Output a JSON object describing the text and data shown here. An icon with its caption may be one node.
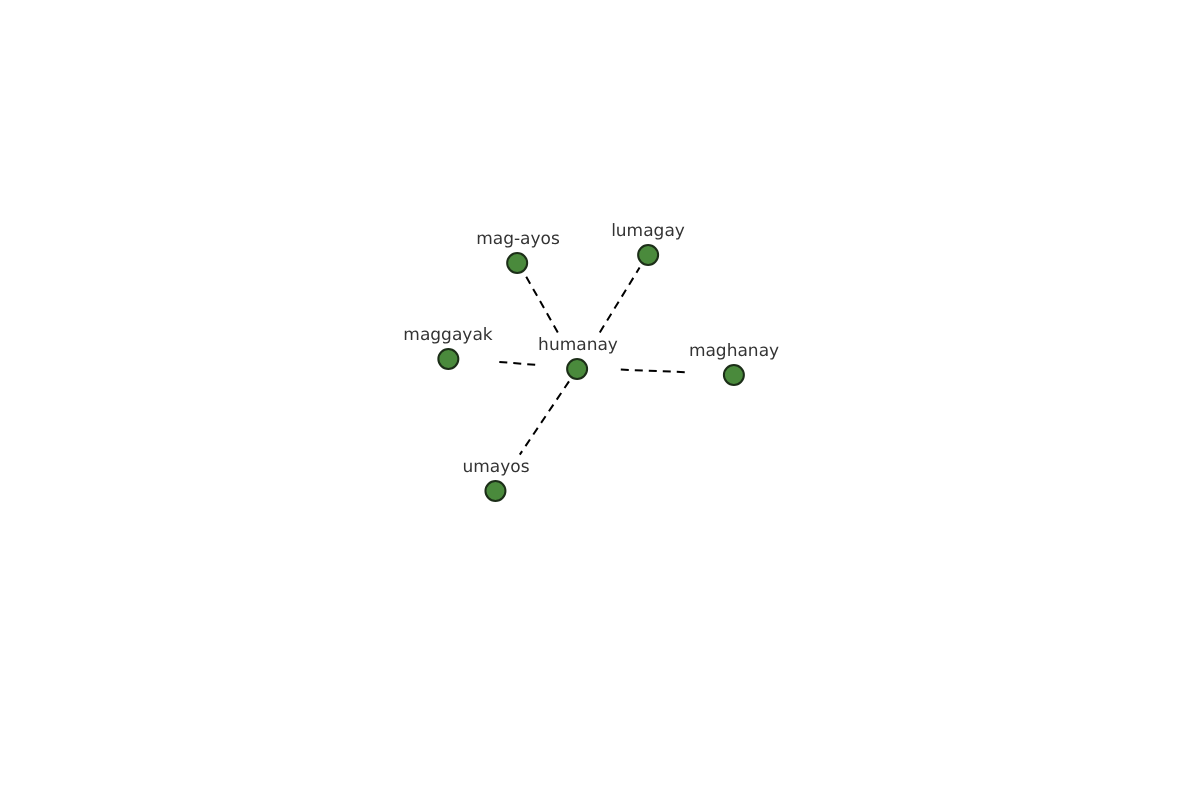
{
  "diagram": {
    "nodes": [
      {
        "text": [
          "humanay"
        ]
      },
      {
        "text": [
          "mag-ayos"
        ]
      },
      {
        "text": [
          "lumagay"
        ]
      },
      {
        "text": [
          "maggayak"
        ]
      },
      {
        "text": [
          "maghanay"
        ]
      },
      {
        "text": [
          "umayos"
        ]
      }
    ],
    "edges": [
      {
        "from": 0,
        "to": 1,
        "arrow": "none",
        "style": "dashed"
      },
      {
        "from": 0,
        "to": 2,
        "arrow": "none",
        "style": "dashed"
      },
      {
        "from": 0,
        "to": 3,
        "arrow": "none",
        "style": "dashed"
      },
      {
        "from": 0,
        "to": 4,
        "arrow": "none",
        "style": "dashed"
      },
      {
        "from": 0,
        "to": 5,
        "arrow": "none",
        "style": "dashed"
      }
    ]
  }
}
